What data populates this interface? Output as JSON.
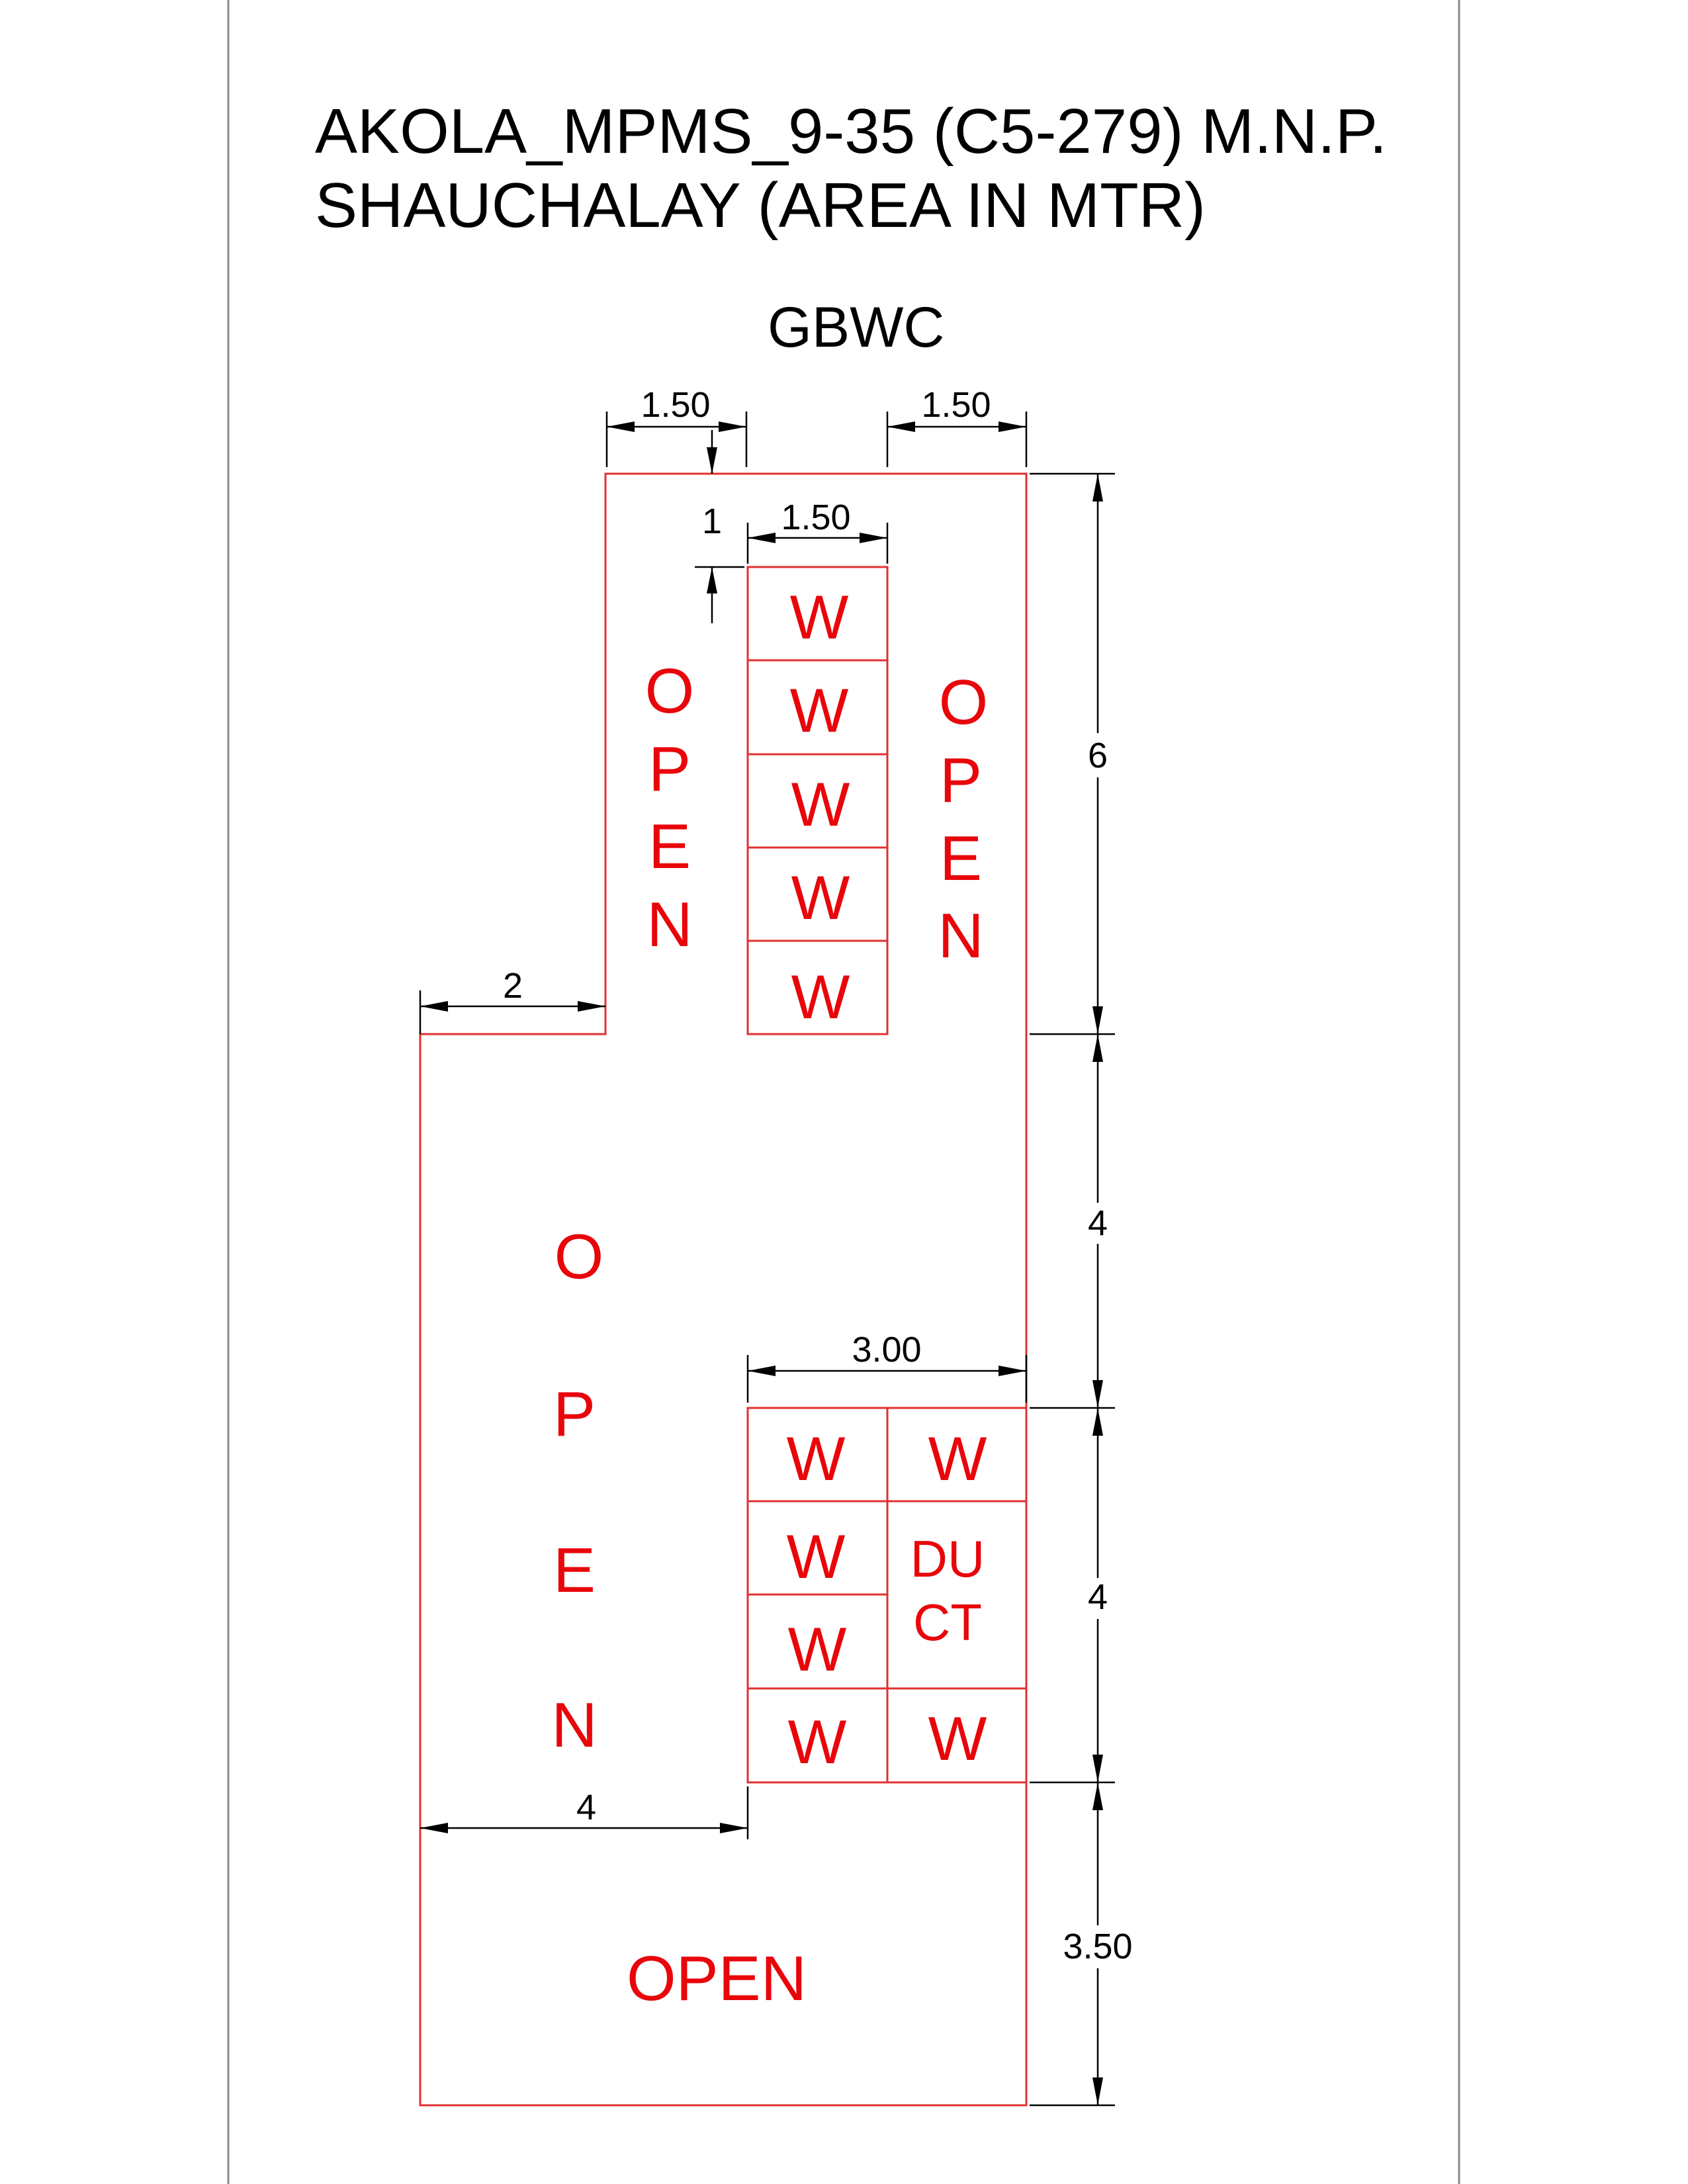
{
  "title": {
    "line1": "AKOLA_MPMS_9-35 (C5-279) M.N.P.",
    "line2": "SHAUCHALAY (AREA IN MTR)"
  },
  "block_label": "GBWC",
  "dimensions": {
    "top_left_width": "1.50",
    "top_right_width": "1.50",
    "cubicle_offset": "1",
    "cubicle_width": "1.50",
    "left_step": "2",
    "right_upper": "6",
    "right_middle": "4",
    "lower_block_width": "3.00",
    "right_lower": "4",
    "bottom_step": "4",
    "right_bottom": "3.50"
  },
  "labels": {
    "toilet": "W",
    "open_left_letters": [
      "O",
      "P",
      "E",
      "N"
    ],
    "open_right_letters": [
      "O",
      "P",
      "E",
      "N"
    ],
    "open_big_letters": [
      "O",
      "P",
      "E",
      "N"
    ],
    "open_bottom": "OPEN",
    "duct_line1": "DU",
    "duct_line2": "CT"
  },
  "colors": {
    "plan_lines": "#e23030",
    "labels": "#e8060b",
    "dimension_lines": "#000000"
  }
}
